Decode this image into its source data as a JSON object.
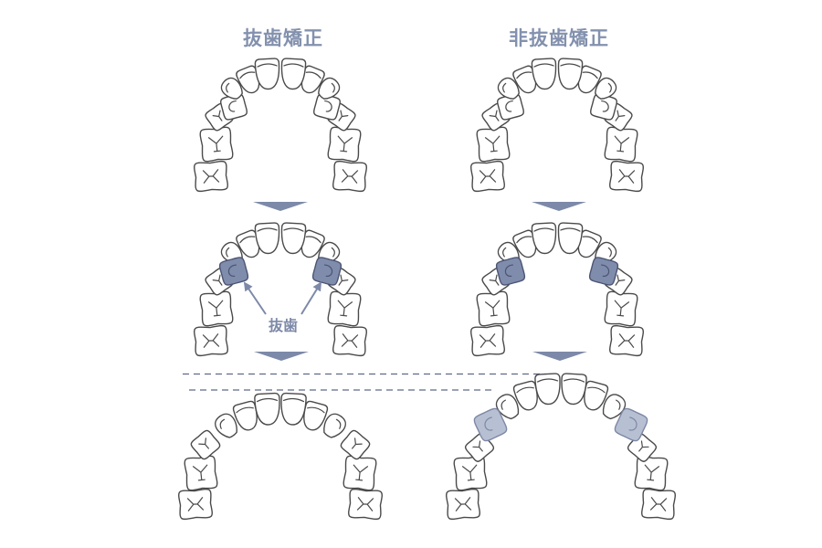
{
  "titles": {
    "extraction": "抜歯矯正",
    "non_extraction": "非抜歯矯正"
  },
  "extraction_label": "抜歯",
  "colors": {
    "title_text": "#8391ae",
    "arrow": "#7d89a8",
    "guide_line": "#5e6a89",
    "tooth_outline": "#4a4a4a",
    "extracted_tooth": "#7f8cab",
    "extracted_tooth_outline": "#4b5473",
    "preserved_tooth": "#b7c0d3",
    "preserved_tooth_outline": "#7d88a5"
  }
}
